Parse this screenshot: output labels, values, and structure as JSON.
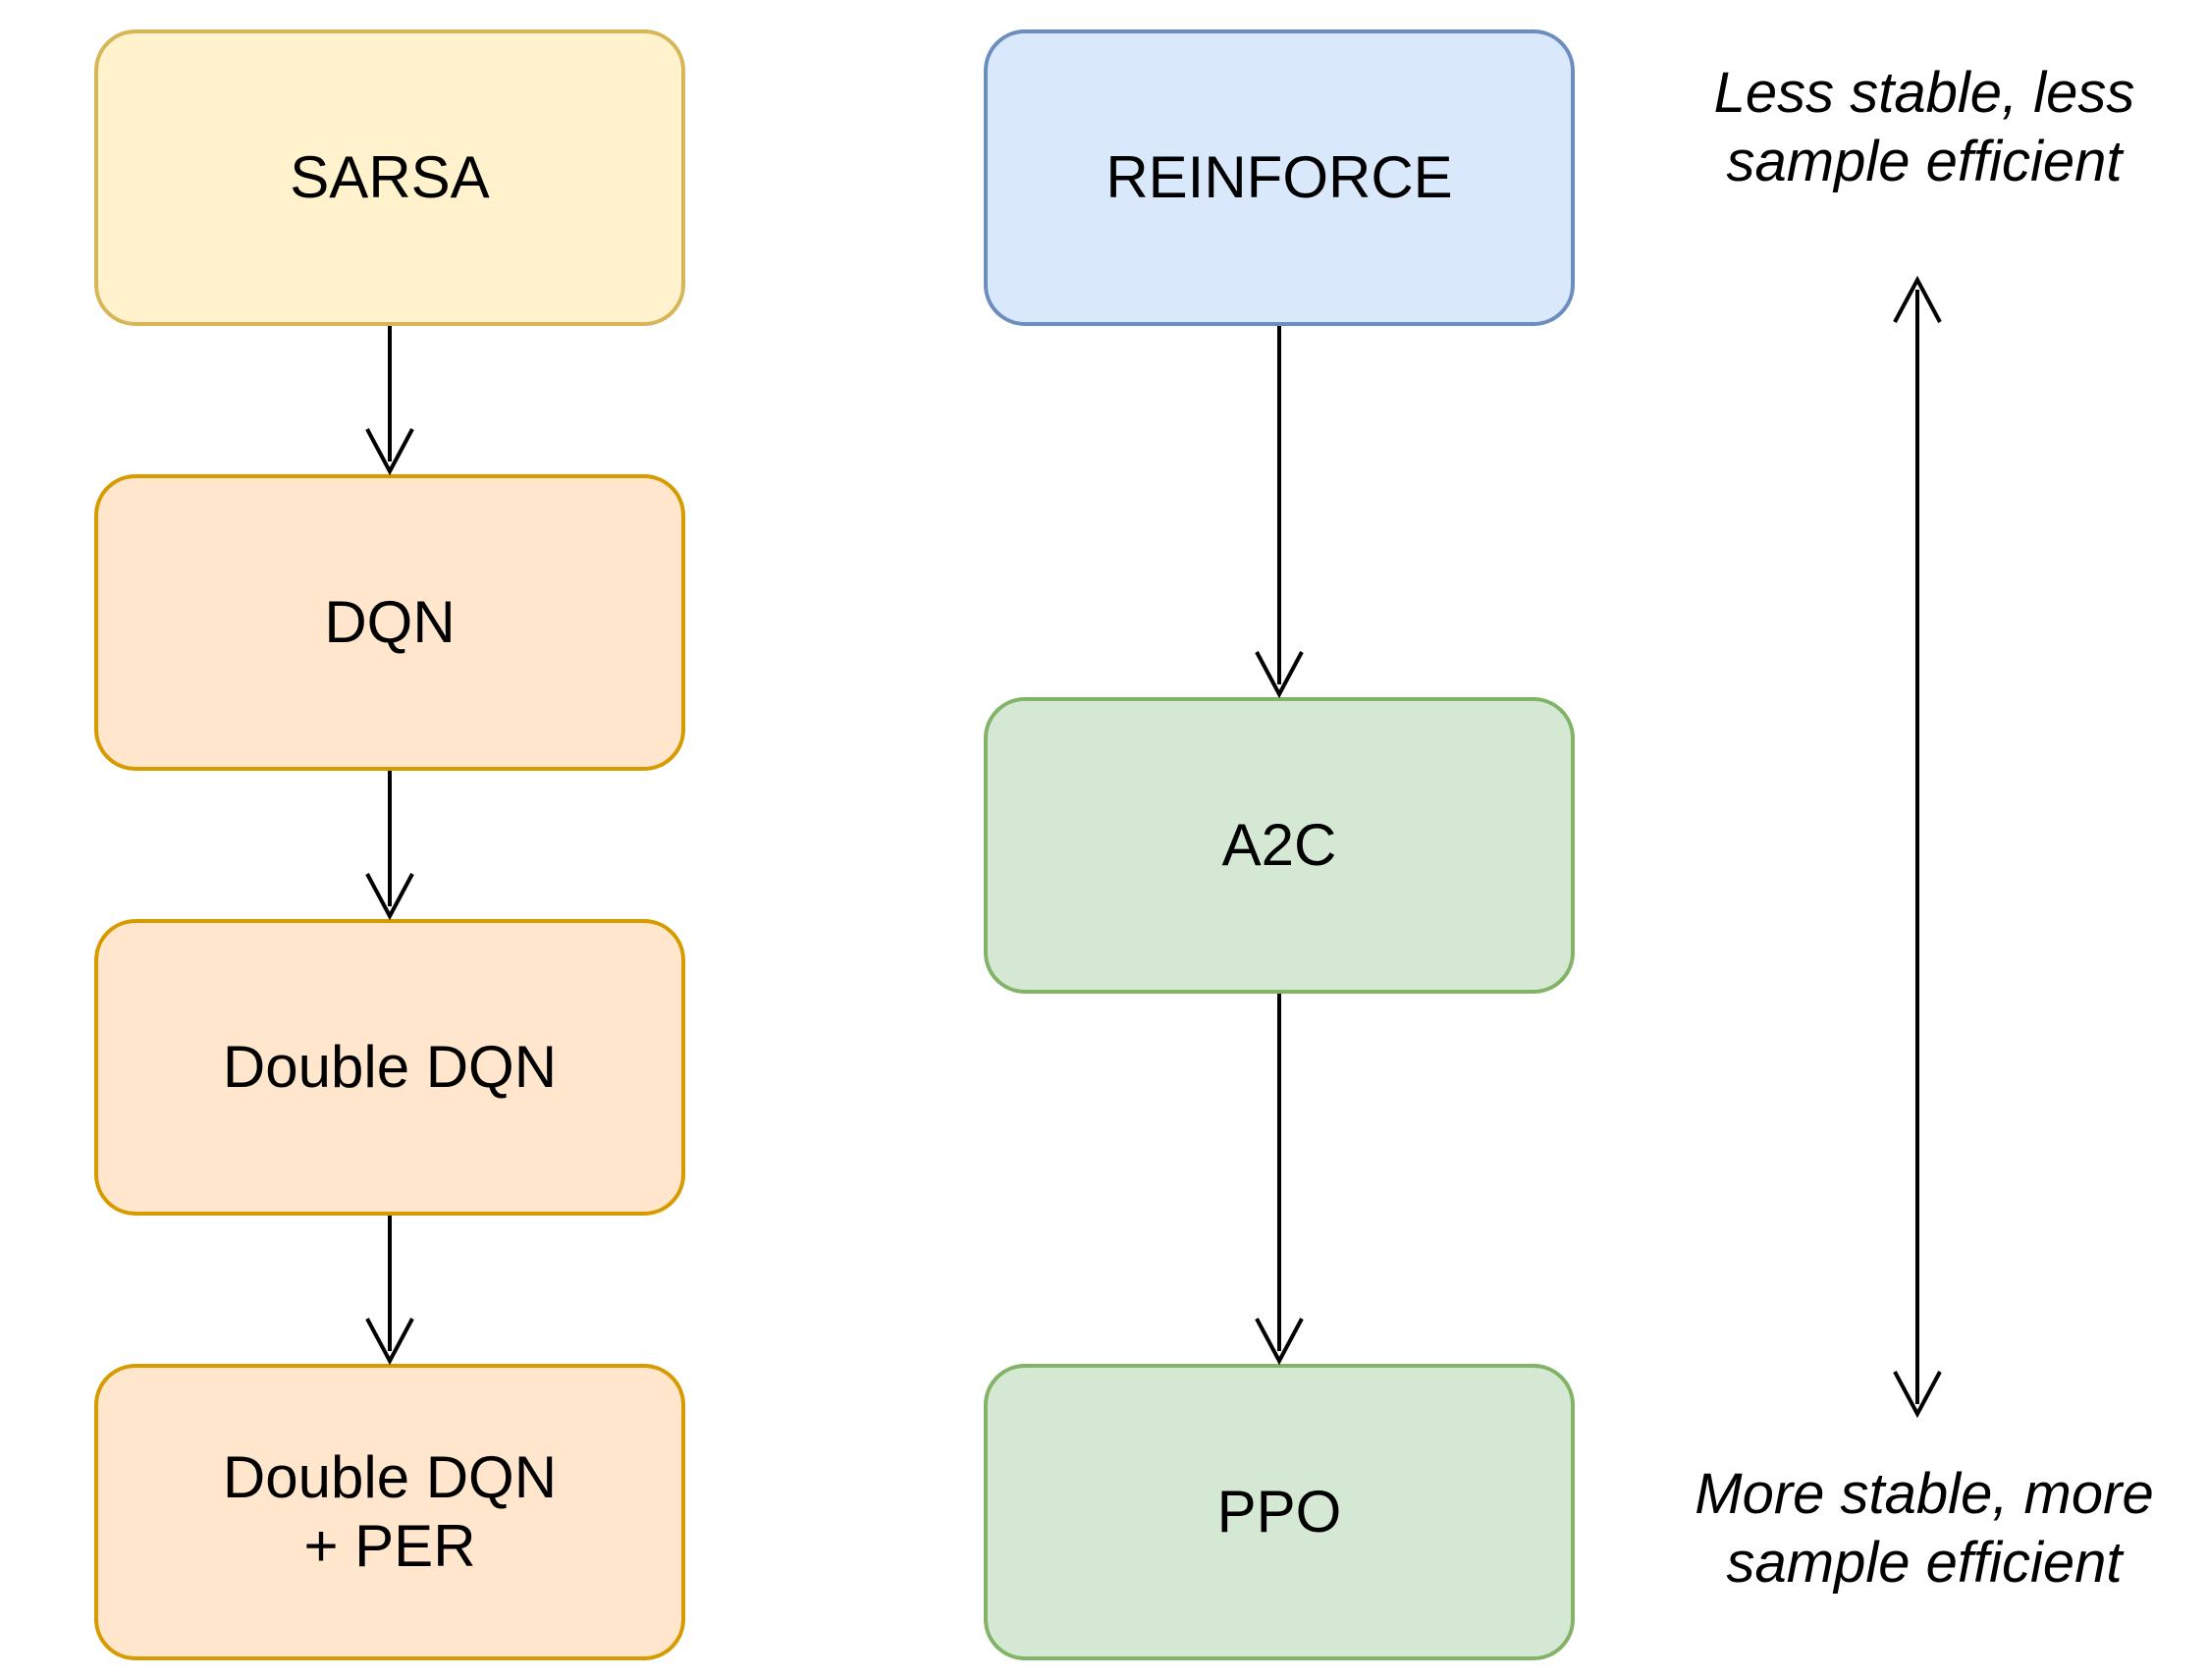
{
  "nodes": {
    "sarsa": "SARSA",
    "dqn": "DQN",
    "double_dqn": "Double DQN",
    "double_dqn_per": "Double DQN\n+ PER",
    "reinforce": "REINFORCE",
    "a2c": "A2C",
    "ppo": "PPO"
  },
  "annotations": {
    "top": "Less stable, less\nsample efficient",
    "bottom": "More stable, more\nsample efficient"
  },
  "edges": [
    {
      "from": "SARSA",
      "to": "DQN"
    },
    {
      "from": "DQN",
      "to": "Double DQN"
    },
    {
      "from": "Double DQN",
      "to": "Double DQN + PER"
    },
    {
      "from": "REINFORCE",
      "to": "A2C"
    },
    {
      "from": "A2C",
      "to": "PPO"
    }
  ],
  "colors": {
    "value_based_first": {
      "fill": "#fff2cc",
      "stroke": "#d6b656"
    },
    "value_based": {
      "fill": "#ffe6cc",
      "stroke": "#d79b00"
    },
    "policy_based_first": {
      "fill": "#dae8fc",
      "stroke": "#6c8ebf"
    },
    "policy_based": {
      "fill": "#d5e8d4",
      "stroke": "#82b366"
    }
  }
}
